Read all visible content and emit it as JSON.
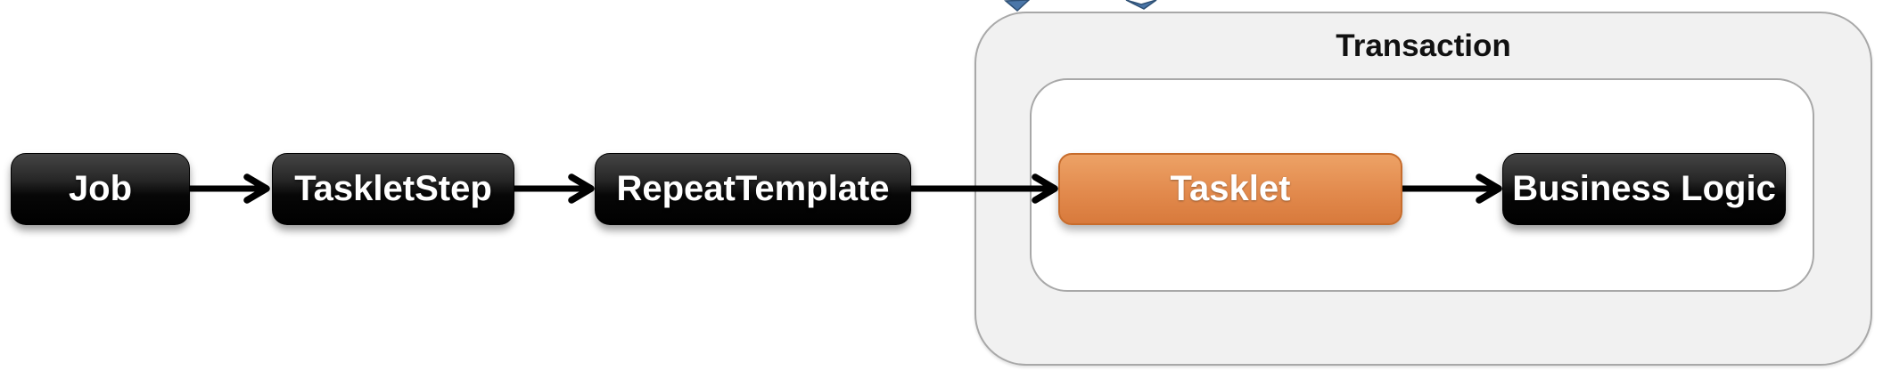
{
  "diagram": {
    "nodes": [
      {
        "id": "job",
        "label": "Job",
        "style": "black"
      },
      {
        "id": "tasklet-step",
        "label": "TaskletStep",
        "style": "black"
      },
      {
        "id": "repeat-template",
        "label": "RepeatTemplate",
        "style": "black"
      },
      {
        "id": "tasklet",
        "label": "Tasklet",
        "style": "orange"
      },
      {
        "id": "business-logic",
        "label": "Business Logic",
        "style": "black"
      }
    ],
    "edges": [
      {
        "from": "Job",
        "to": "TaskletStep"
      },
      {
        "from": "TaskletStep",
        "to": "RepeatTemplate"
      },
      {
        "from": "RepeatTemplate",
        "to": "Tasklet"
      },
      {
        "from": "Tasklet",
        "to": "Business Logic"
      }
    ],
    "container": {
      "label": "Transaction"
    },
    "icons": [
      {
        "name": "loop-arrow-fragment-left"
      },
      {
        "name": "loop-arrow-fragment-right"
      }
    ],
    "colors": {
      "node_black_top": "#454545",
      "node_black_bottom": "#000000",
      "node_orange_top": "#eda266",
      "node_orange_bottom": "#d87a3c",
      "node_orange_border": "#c76c2c",
      "container_fill": "#f1f1f1",
      "container_border": "#a8a8a8",
      "inner_fill": "#ffffff",
      "arrow_color": "#000000",
      "loop_arrow_blue": "#4a76a8",
      "loop_arrow_blue_border": "#2e5075",
      "node_text": "#ffffff",
      "label_text": "#111111"
    }
  }
}
